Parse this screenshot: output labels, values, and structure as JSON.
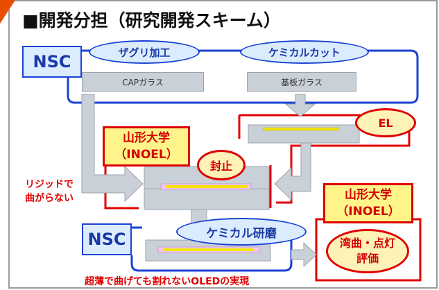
{
  "title": "■開発分担（研究開発スキーム）",
  "nsc_top": "NSC",
  "nsc_bottom": "NSC",
  "process": {
    "zaguri": "ザグリ加工",
    "chemical_cut": "ケミカルカット",
    "chemical_polish": "ケミカル研磨",
    "el": "EL",
    "seal": "封止",
    "evaluation_line1": "湾曲・点灯",
    "evaluation_line2": "評価"
  },
  "materials": {
    "cap_glass": "CAPガラス",
    "substrate_glass": "基板ガラス"
  },
  "yamagata_1": {
    "line1": "山形大学",
    "line2": "（INOEL）"
  },
  "yamagata_2": {
    "line1": "山形大学",
    "line2": "（INOEL）"
  },
  "note_rigid_line1": "リジッドで",
  "note_rigid_line2": "曲がらない",
  "footer": "超薄で曲げても割れないOLEDの実現",
  "colors": {
    "nsc_blue": "#1a43d6",
    "red": "#e00000",
    "yellow": "#fff48a",
    "gray": "#c9d0d8"
  }
}
